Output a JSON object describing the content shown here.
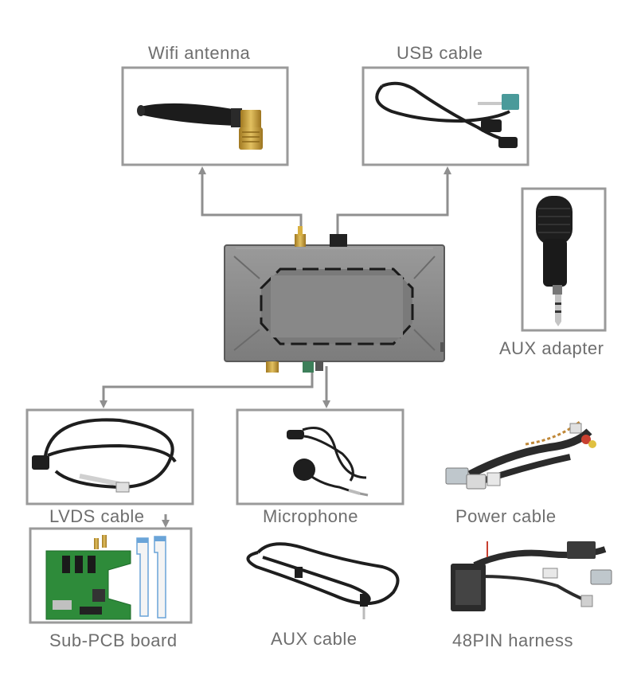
{
  "components": {
    "wifi_antenna": "Wifi antenna",
    "usb_cable": "USB cable",
    "aux_adapter": "AUX adapter",
    "lvds_cable": "LVDS cable",
    "microphone": "Microphone",
    "power_cable": "Power cable",
    "sub_pcb_board": "Sub-PCB board",
    "aux_cable": "AUX cable",
    "harness": "48PIN harness"
  },
  "colors": {
    "frame": "#9a9a9a",
    "label": "#6e6e6e",
    "box_body": "#8e8e8e",
    "pcb": "#2e8b3a",
    "gold": "#c8a036"
  }
}
